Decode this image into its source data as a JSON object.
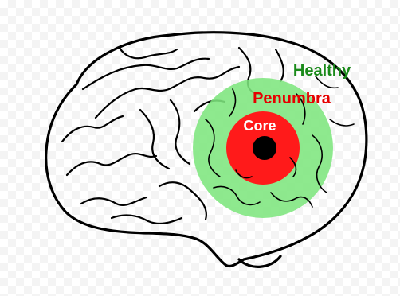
{
  "labels": {
    "healthy": "Healthy",
    "penumbra": "Penumbra",
    "core": "Core"
  },
  "colors": {
    "healthy": "#1a8a1a",
    "healthy_zone": "#7ee67e",
    "penumbra_text": "#e60000",
    "penumbra_zone": "#ff1a1a",
    "core_text": "#ffffff",
    "core_dot": "#000000",
    "brain_stroke": "#000000"
  }
}
